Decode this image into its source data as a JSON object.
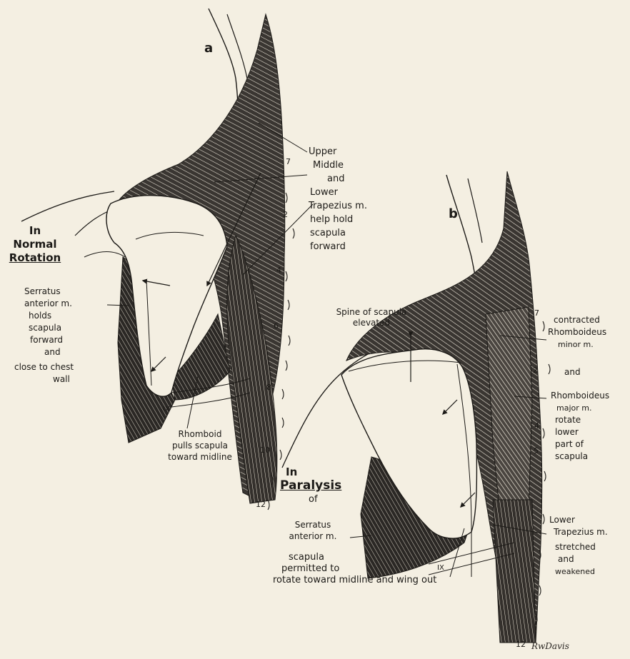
{
  "panel_a": {
    "letter": "a",
    "heading": [
      "In",
      "Normal",
      "Rotation"
    ],
    "trapezius_label": [
      "Upper",
      "Middle",
      "and",
      "Lower",
      "Trapezius m.",
      "help hold",
      "scapula",
      "forward"
    ],
    "serratus_label": [
      "Serratus",
      "anterior m.",
      "holds",
      "scapula",
      "forward",
      "and",
      "close to chest",
      "wall"
    ],
    "rhomboid_label": [
      "Rhomboid",
      "pulls scapula",
      "toward midline"
    ],
    "rib_label": "IX",
    "vertebrae": [
      "7",
      "2",
      "4",
      "6",
      "8",
      "10",
      "12"
    ]
  },
  "panel_b": {
    "letter": "b",
    "heading": [
      "In",
      "Paralysis",
      "of"
    ],
    "serratus_label": [
      "Serratus",
      "anterior m."
    ],
    "scapula_note": [
      "scapula",
      "permitted to",
      "rotate toward midline and wing out"
    ],
    "spine_label": [
      "Spine of scapula",
      "elevated"
    ],
    "rhomboid_minor_label": [
      "contracted",
      "Rhomboideus",
      "minor m."
    ],
    "and_label": "and",
    "rhomboid_major_label": [
      "Rhomboideus",
      "major m.",
      "rotate",
      "lower",
      "part of",
      "scapula"
    ],
    "lower_trap_label": [
      "Lower",
      "Trapezius m.",
      "stretched",
      "and",
      "weakened"
    ],
    "rib_label": "IX",
    "vertebrae": [
      "7",
      "2",
      "4",
      "5",
      "12"
    ]
  },
  "signature": "RwDavis",
  "colors": {
    "paper": "#f4efe2",
    "ink": "#1c1a17",
    "muscle": "#2b2825"
  }
}
